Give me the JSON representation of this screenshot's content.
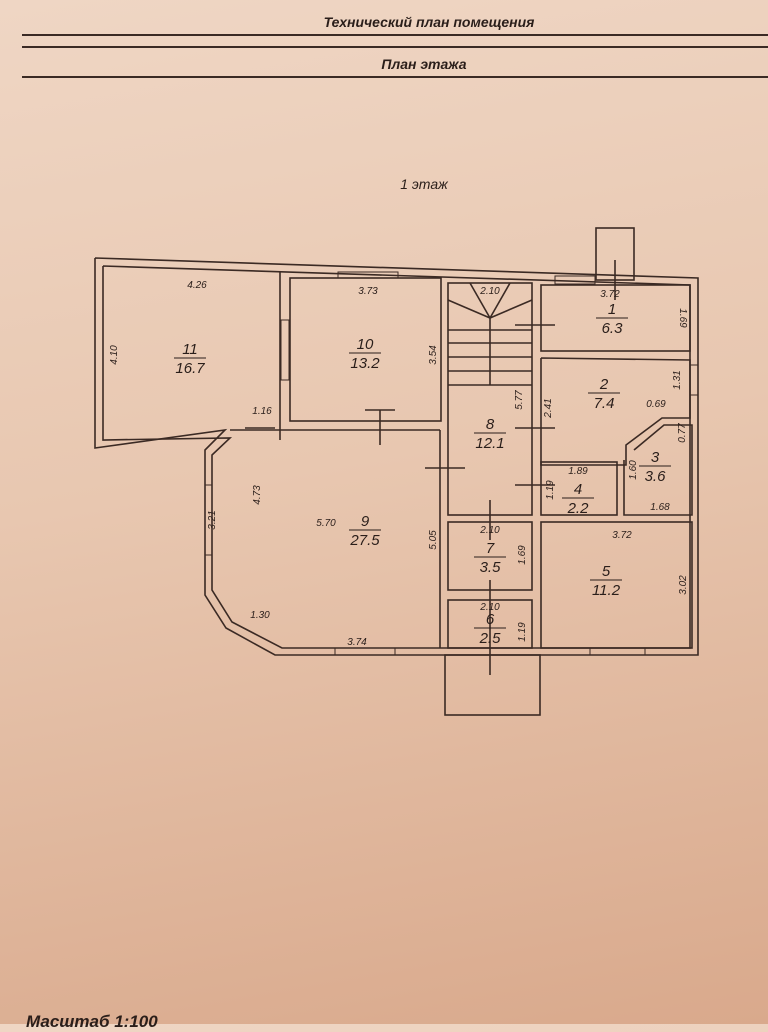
{
  "header": {
    "title": "Технический план помещения",
    "subtitle": "План этажа"
  },
  "floor_label": "1 этаж",
  "footer": {
    "scale": "Масштаб 1:100"
  },
  "rooms": [
    {
      "no": "1",
      "area": "6.3",
      "dims": [
        "3.72",
        "1.69"
      ]
    },
    {
      "no": "2",
      "area": "7.4",
      "dims": [
        "2.41",
        "1.31",
        "0.69"
      ]
    },
    {
      "no": "3",
      "area": "3.6",
      "dims": [
        "0.77",
        "1.60",
        "1.68"
      ]
    },
    {
      "no": "4",
      "area": "2.2",
      "dims": [
        "1.89",
        "1.19"
      ]
    },
    {
      "no": "5",
      "area": "11.2",
      "dims": [
        "3.72",
        "3.02"
      ]
    },
    {
      "no": "6",
      "area": "2.5",
      "dims": [
        "2.10",
        "1.19"
      ]
    },
    {
      "no": "7",
      "area": "3.5",
      "dims": [
        "2.10",
        "1.69"
      ]
    },
    {
      "no": "8",
      "area": "12.1",
      "dims": [
        "5.77",
        "2.10"
      ]
    },
    {
      "no": "9",
      "area": "27.5",
      "dims": [
        "5.70",
        "4.73",
        "5.05",
        "3.21",
        "1.30",
        "3.74",
        "1.16"
      ]
    },
    {
      "no": "10",
      "area": "13.2",
      "dims": [
        "3.73",
        "3.54"
      ]
    },
    {
      "no": "11",
      "area": "16.7",
      "dims": [
        "4.26",
        "4.10"
      ]
    }
  ]
}
